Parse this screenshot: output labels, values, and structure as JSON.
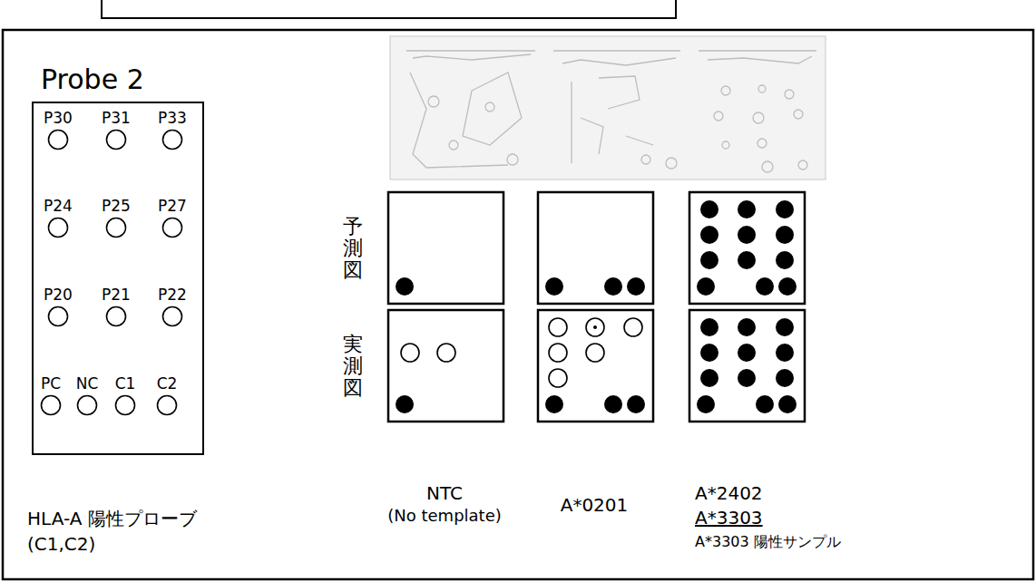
{
  "diagram": {
    "nodes": [
      {
        "text": [
          "Probe 2"
        ]
      },
      {
        "text": [
          "P30"
        ],
        "in": 0
      },
      {
        "text": [
          "P31"
        ],
        "in": 0
      },
      {
        "text": [
          "P33"
        ],
        "in": 0
      },
      {
        "text": [
          "P24"
        ],
        "in": 0
      },
      {
        "text": [
          "P25"
        ],
        "in": 0
      },
      {
        "text": [
          "P27"
        ],
        "in": 0
      },
      {
        "text": [
          "P20"
        ],
        "in": 0
      },
      {
        "text": [
          "P21"
        ],
        "in": 0
      },
      {
        "text": [
          "P22"
        ],
        "in": 0
      },
      {
        "text": [
          "PC"
        ],
        "in": 0
      },
      {
        "text": [
          "NC"
        ],
        "in": 0
      },
      {
        "text": [
          "C1"
        ],
        "in": 0
      },
      {
        "text": [
          "C2"
        ],
        "in": 0
      }
    ],
    "labels": [
      "予測図",
      "実測図",
      "HLA-A 陽性プローブ",
      "(C1,C2)",
      "NTC",
      "(No template)",
      "A*0201",
      "A*2402",
      "A*3303",
      "A*3303 陽性サンプル"
    ]
  }
}
